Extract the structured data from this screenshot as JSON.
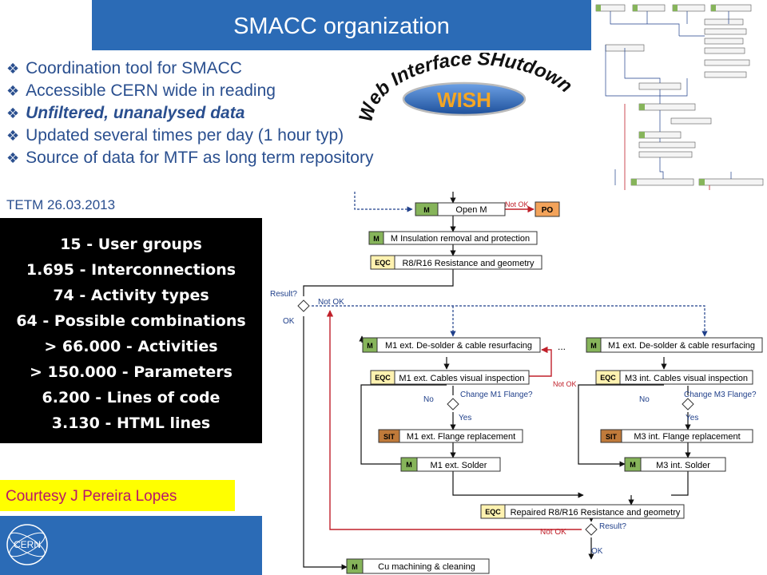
{
  "slide": {
    "title": "SMACC organization",
    "bullets": [
      {
        "text": "Coordination tool for SMACC",
        "emphasis": false
      },
      {
        "text": "Accessible CERN wide in reading",
        "emphasis": false
      },
      {
        "text": "Unfiltered, unanalysed data",
        "emphasis": true
      },
      {
        "text": "Updated several times per day (1 hour typ)",
        "emphasis": false
      },
      {
        "text": "Source of data for MTF as long term repository",
        "emphasis": false
      }
    ],
    "date": "TETM 26.03.2013",
    "stats": [
      "15 - User groups",
      "1.695 - Interconnections",
      "74 - Activity types",
      "64 - Possible combinations",
      "> 66.000 - Activities",
      "> 150.000 - Parameters",
      "6.200 - Lines of code",
      "3.130 - HTML lines"
    ],
    "courtesy": "Courtesy J Pereira Lopes",
    "logos": {
      "wish_arc": "Web Interface SHutdown",
      "wish_center": "WISH",
      "cern": "CERN"
    }
  },
  "flowchart": {
    "nodes": {
      "open_m": {
        "tag": "M",
        "label": "Open M"
      },
      "po": {
        "tag": "PO",
        "label": ""
      },
      "insulation": {
        "tag": "M",
        "label": "M Insulation removal and protection"
      },
      "r8r16": {
        "tag": "EQC",
        "label": "R8/R16 Resistance and geometry"
      },
      "m1_desolder": {
        "tag": "M",
        "label": "M1 ext. De-solder & cable resurfacing"
      },
      "m1_desolder_r": {
        "tag": "M",
        "label": "M1 ext. De-solder & cable resurfacing"
      },
      "m1_cables": {
        "tag": "EQC",
        "label": "M1 ext. Cables visual inspection"
      },
      "m3_cables": {
        "tag": "EQC",
        "label": "M3 int. Cables visual inspection"
      },
      "m1_flange": {
        "tag": "SIT",
        "label": "M1 ext. Flange replacement"
      },
      "m3_flange": {
        "tag": "SIT",
        "label": "M3 int. Flange replacement"
      },
      "m1_solder": {
        "tag": "M",
        "label": "M1 ext. Solder"
      },
      "m3_solder": {
        "tag": "M",
        "label": "M3 int. Solder"
      },
      "repaired": {
        "tag": "EQC",
        "label": "Repaired R8/R16 Resistance and geometry"
      },
      "cu": {
        "tag": "M",
        "label": "Cu machining & cleaning"
      }
    },
    "labels": {
      "not_ok": "Not OK",
      "ok": "OK",
      "result": "Result?",
      "change_m1": "Change M1 Flange?",
      "change_m3": "Change M3 Flange?",
      "no": "No",
      "yes": "Yes",
      "ellipsis": "..."
    },
    "colors": {
      "m": "#86b45a",
      "eqc": "#fff2b0",
      "sit": "#c07a3a",
      "po": "#f3a35a",
      "feedback": "#c0202a",
      "connector": "#1f3f8a"
    }
  }
}
